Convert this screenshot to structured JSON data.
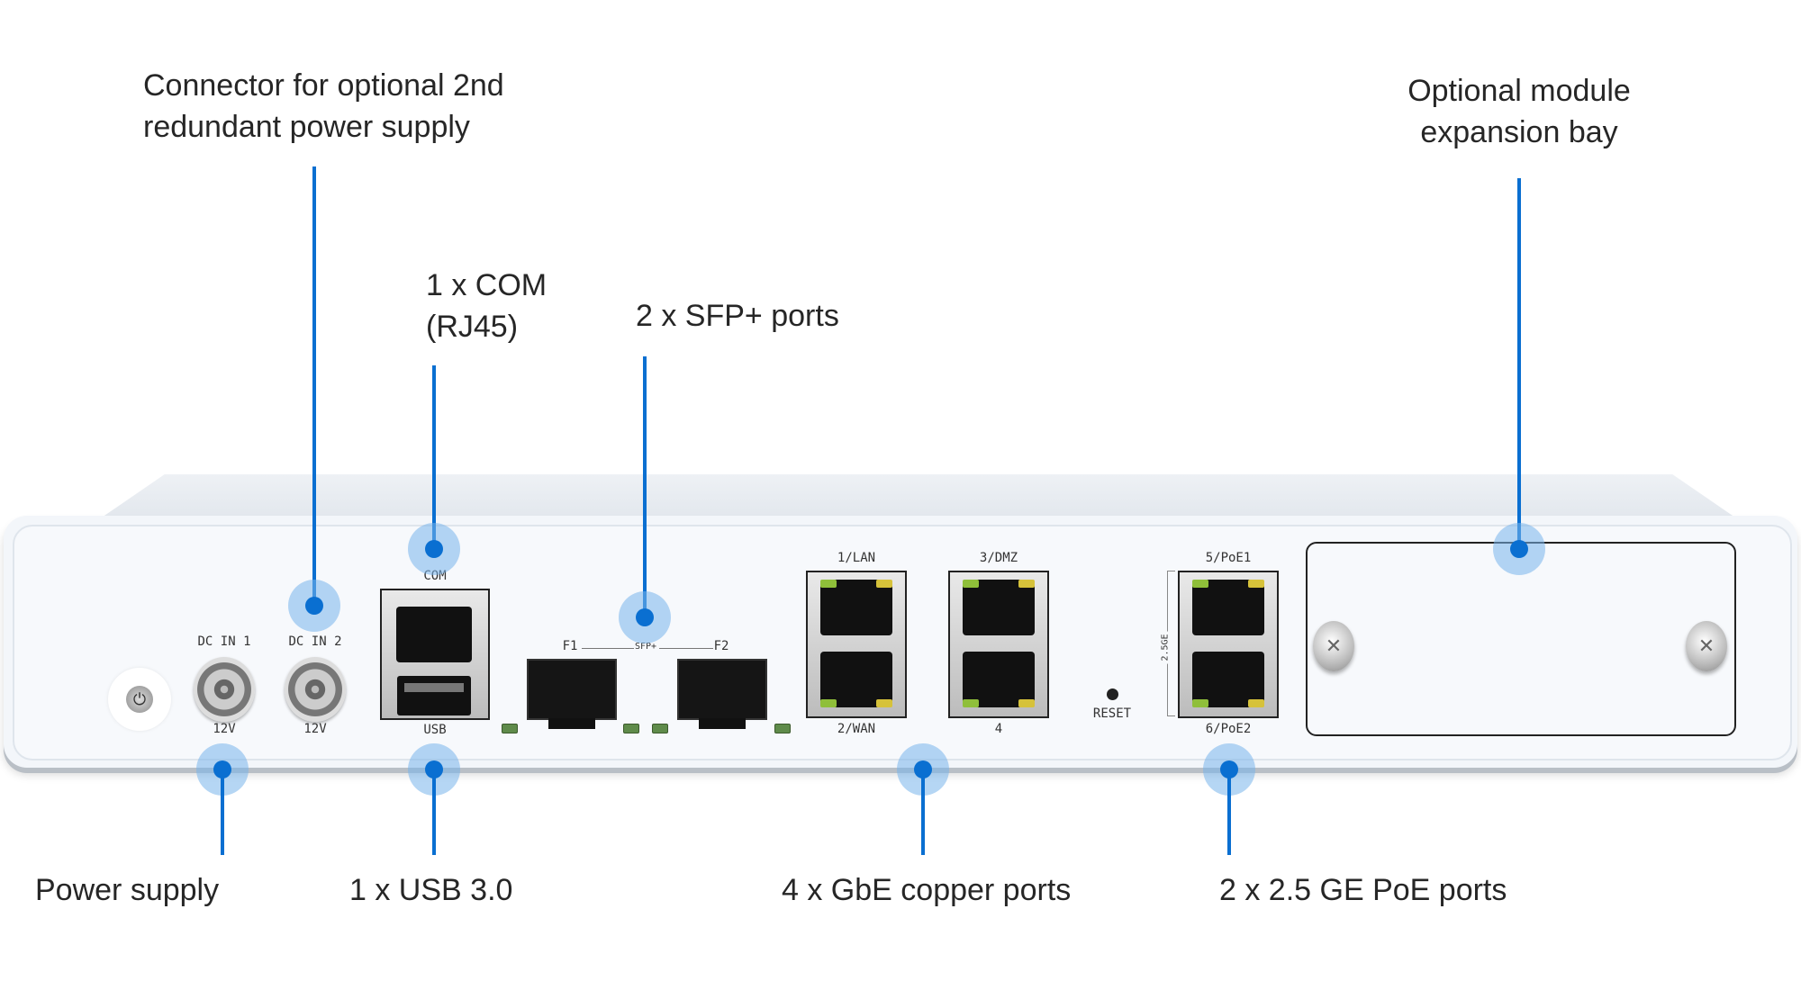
{
  "diagram": {
    "title": "Firewall appliance rear panel connectors",
    "accent_color": "#0a6fd1",
    "callouts": {
      "redundant_power": {
        "line1": "Connector for optional 2nd",
        "line2": "redundant power supply"
      },
      "com": {
        "line1": "1 x COM",
        "line2": "(RJ45)"
      },
      "sfp": {
        "text": "2 x SFP+ ports"
      },
      "expansion": {
        "line1": "Optional module",
        "line2": "expansion bay"
      },
      "power_supply": {
        "text": "Power supply"
      },
      "usb": {
        "text": "1 x USB 3.0"
      },
      "gbe": {
        "text": "4 x GbE copper ports"
      },
      "poe": {
        "text": "2 x 2.5 GE PoE ports"
      }
    },
    "panel_labels": {
      "dc_in_1": "DC IN 1",
      "dc_in_2": "DC IN 2",
      "voltage_1": "12V",
      "voltage_2": "12V",
      "com": "COM",
      "usb": "USB",
      "f1": "F1",
      "f2": "F2",
      "sfp_plus": "SFP+",
      "lan1": "1/LAN",
      "wan2": "2/WAN",
      "dmz3": "3/DMZ",
      "port4": "4",
      "reset": "RESET",
      "poe1": "5/PoE1",
      "poe2": "6/PoE2",
      "ge25": "2.5GE"
    },
    "icons": {
      "power": "⏻",
      "screw": "✕"
    }
  }
}
